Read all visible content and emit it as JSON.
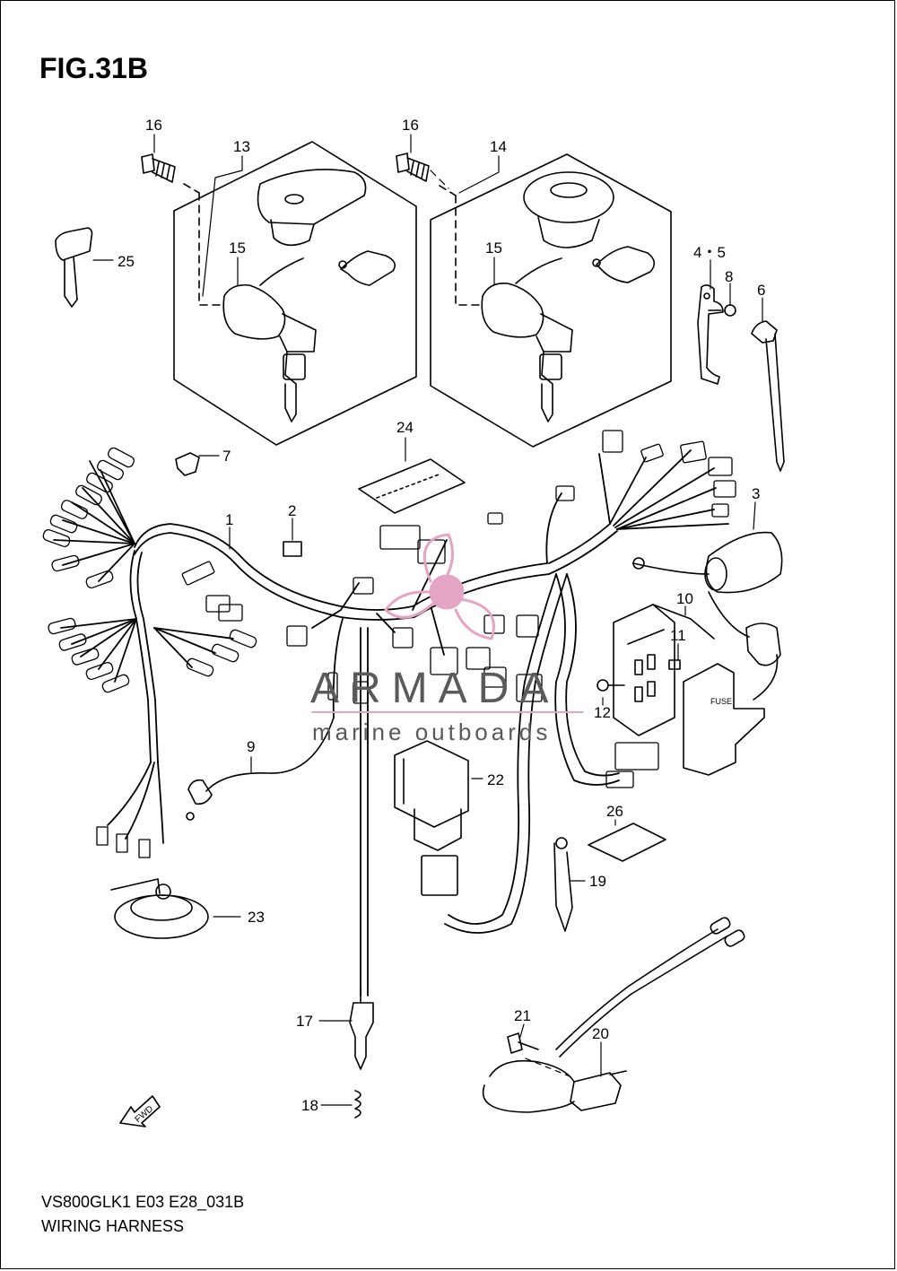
{
  "figure": {
    "title": "FIG.31B"
  },
  "callouts": [
    {
      "id": "c16a",
      "label": "16"
    },
    {
      "id": "c13",
      "label": "13"
    },
    {
      "id": "c16b",
      "label": "16"
    },
    {
      "id": "c14",
      "label": "14"
    },
    {
      "id": "c15a",
      "label": "15"
    },
    {
      "id": "c15b",
      "label": "15"
    },
    {
      "id": "c25",
      "label": "25"
    },
    {
      "id": "c45",
      "label": "4・5"
    },
    {
      "id": "c8",
      "label": "8"
    },
    {
      "id": "c6",
      "label": "6"
    },
    {
      "id": "c7",
      "label": "7"
    },
    {
      "id": "c24",
      "label": "24"
    },
    {
      "id": "c1",
      "label": "1"
    },
    {
      "id": "c2",
      "label": "2"
    },
    {
      "id": "c3",
      "label": "3"
    },
    {
      "id": "c10",
      "label": "10"
    },
    {
      "id": "c11",
      "label": "11"
    },
    {
      "id": "c12",
      "label": "12"
    },
    {
      "id": "c9",
      "label": "9"
    },
    {
      "id": "c22",
      "label": "22"
    },
    {
      "id": "c26",
      "label": "26"
    },
    {
      "id": "c19",
      "label": "19"
    },
    {
      "id": "c23",
      "label": "23"
    },
    {
      "id": "c17",
      "label": "17"
    },
    {
      "id": "c21",
      "label": "21"
    },
    {
      "id": "c20",
      "label": "20"
    },
    {
      "id": "c18",
      "label": "18"
    }
  ],
  "direction": {
    "label": "FWD"
  },
  "fuse_box": {
    "label": "FUSE"
  },
  "watermark": {
    "brand": "ARMADA",
    "tagline": "marine outboards",
    "color": "#e6a4c4"
  },
  "footer": {
    "code": "VS800GLK1 E03 E28_031B",
    "name": "WIRING HARNESS"
  }
}
